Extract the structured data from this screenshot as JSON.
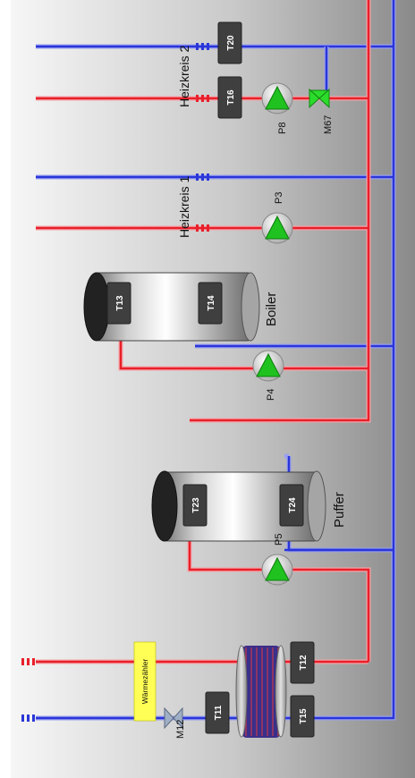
{
  "colors": {
    "supply": "#e8202a",
    "return": "#2a36d8",
    "pump": "#1fc21f",
    "sensor": "#3f3f3f",
    "heatmeter": "#ffff55",
    "background_light": "#f4f4f4",
    "background_dark": "#8d8d8d"
  },
  "sensors": {
    "t11": "T11",
    "t12": "T12",
    "t13": "T13",
    "t14": "T14",
    "t15": "T15",
    "t16": "T16",
    "t20": "T20",
    "t23": "T23",
    "t24": "T24"
  },
  "pumps": {
    "p3": "P3",
    "p4": "P4",
    "p5": "P5",
    "p8": "P8"
  },
  "valves": {
    "m12": "M12",
    "m67": "M67"
  },
  "tanks": {
    "boiler": "Boiler",
    "puffer": "Puffer"
  },
  "circuits": {
    "heizkreis1": "Heizkreis 1",
    "heizkreis2": "Heizkreis 2"
  },
  "heatmeter": {
    "label": "Wärmezähler"
  },
  "icons": {
    "pump": "pump-icon",
    "valve": "valve-icon",
    "mixer": "three-way-mixer-icon",
    "exchanger": "heat-exchanger-icon"
  }
}
